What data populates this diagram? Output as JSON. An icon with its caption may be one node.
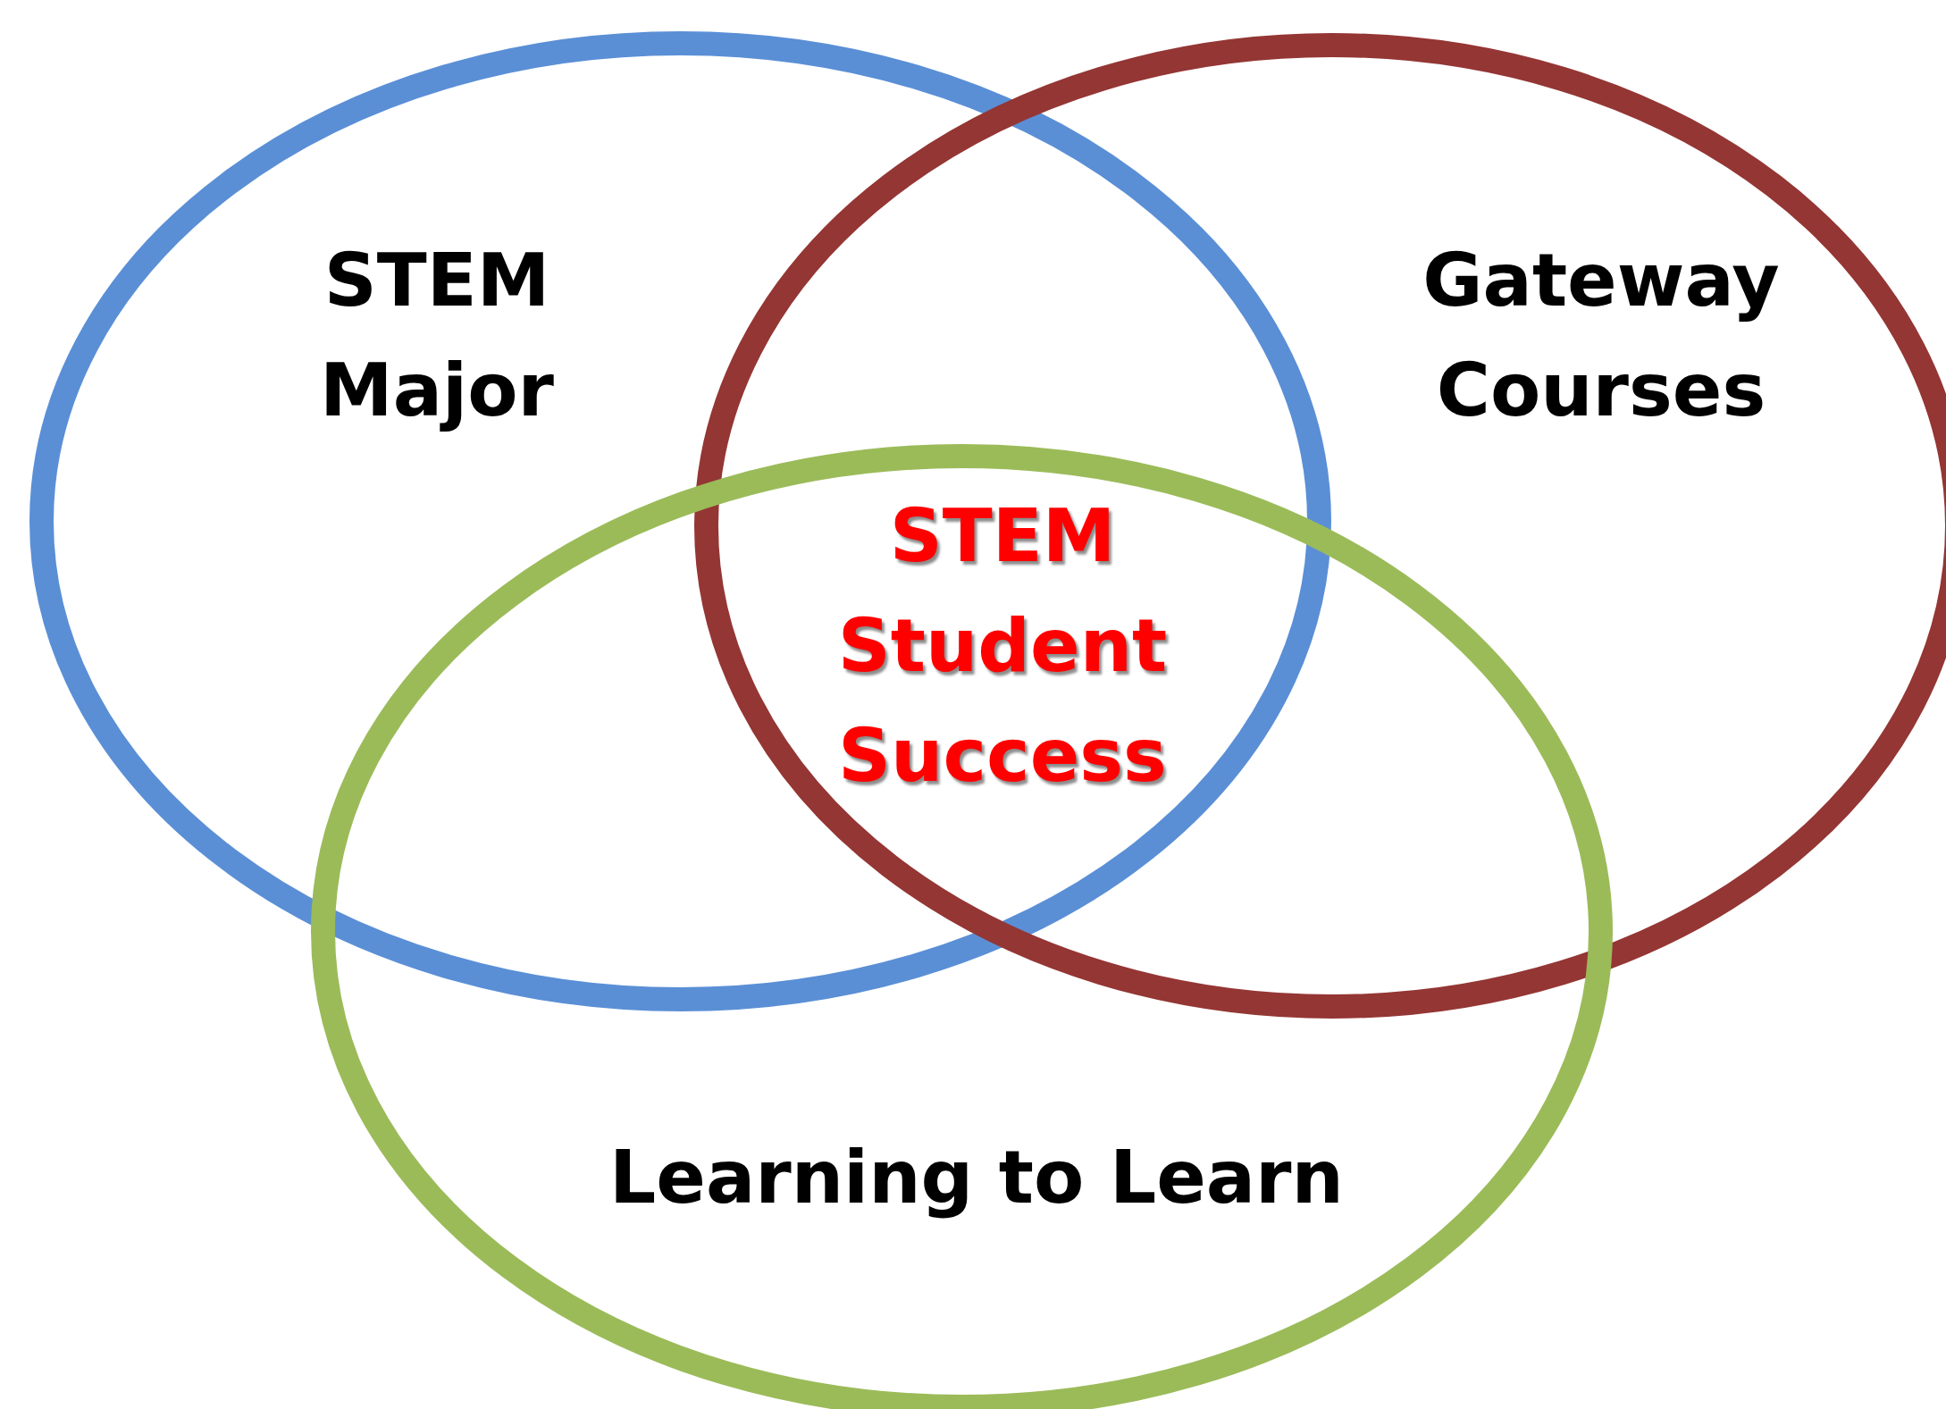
{
  "diagram": {
    "nodes": [
      {
        "text": [
          "STEM Major"
        ]
      },
      {
        "text": [
          "Gateway Courses"
        ]
      },
      {
        "text": [
          "Learning to Learn"
        ]
      }
    ],
    "labels": [
      "STEM Student Success"
    ]
  }
}
